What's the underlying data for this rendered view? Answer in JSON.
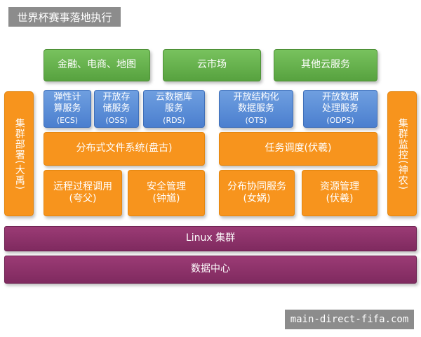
{
  "header": {
    "title": "世界杯赛事落地执行"
  },
  "top_row": [
    {
      "label": "金融、电商、地图"
    },
    {
      "label": "云市场"
    },
    {
      "label": "其他云服务"
    }
  ],
  "side": {
    "left": "集群部署(大禹)",
    "right": "集群监控(神农)"
  },
  "services": [
    {
      "line1": "弹性计",
      "line2": "算服务",
      "code": "(ECS)"
    },
    {
      "line1": "开放存",
      "line2": "储服务",
      "code": "(OSS)"
    },
    {
      "line1": "云数据库",
      "line2": "服务",
      "code": "(RDS)"
    },
    {
      "line1": "开放结构化",
      "line2": "数据服务",
      "code": "(OTS)"
    },
    {
      "line1": "开放数据",
      "line2": "处理服务",
      "code": "(ODPS)"
    }
  ],
  "middle": {
    "fs": "分布式文件系统(盘古)",
    "scheduler": "任务调度(伏羲)"
  },
  "bottom_modules": [
    {
      "line1": "远程过程调用",
      "line2": "(夸父)"
    },
    {
      "line1": "安全管理",
      "line2": "(钟馗)"
    },
    {
      "line1": "分布协同服务",
      "line2": "(女娲)"
    },
    {
      "line1": "资源管理",
      "line2": "(伏羲)"
    }
  ],
  "layers": {
    "cluster": "Linux 集群",
    "datacenter": "数据中心"
  },
  "watermark": "main-direct-fifa.com"
}
